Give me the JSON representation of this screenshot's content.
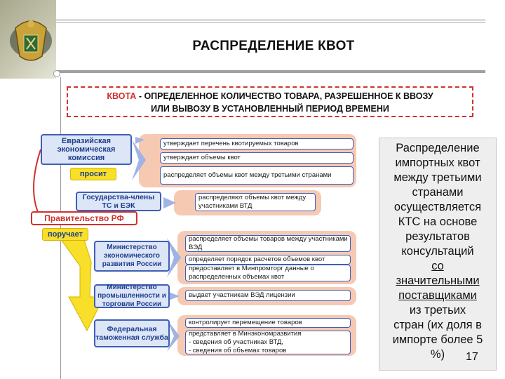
{
  "header": {
    "title": "РАСПРЕДЕЛЕНИЕ КВОТ"
  },
  "definition": {
    "term": "КВОТА",
    "line1": " - ОПРЕДЕЛЕННОЕ КОЛИЧЕСТВО ТОВАРА, РАЗРЕШЕННОЕ К ВВОЗУ",
    "line2": "ИЛИ ВЫВОЗУ В УСТАНОВЛЕННЫЙ ПЕРИОД ВРЕМЕНИ"
  },
  "diagram": {
    "eec": "Евразийская экономическая комиссия",
    "eec_actions": [
      "утверждает перечень квотируемых товаров",
      "утверждает объемы квот",
      "распределяет объемы квот между третьими странами"
    ],
    "asks": "просит",
    "member_states": "Государства-члены ТС и ЕЭК",
    "member_states_action": "распределяют объемы квот между участниками ВТД",
    "government": "Правительство РФ",
    "instructs": "поручает",
    "minecon": "Министерство экономического развития России",
    "minecon_actions": [
      "распределяет объемы товаров между участниками ВЭД",
      "определяет порядок расчетов объемов квот",
      "предоставляет в Минпромторг данные о распределенных объемах квот"
    ],
    "minprom": "Министерство промышленности и торговли России",
    "minprom_action": "выдает участникам ВЭД лицензии",
    "customs": "Федеральная таможенная служба",
    "customs_actions": [
      "контролирует перемещение товаров",
      "представляет в Минэкономразвития",
      "- сведения об участниках ВТД,",
      "- сведения об объемах товаров"
    ]
  },
  "note": {
    "lines": [
      "Распределение",
      "импортных квот",
      "между третьими",
      "странами",
      "осуществляется",
      "КТС на основе",
      "результатов",
      "консультаций"
    ],
    "underlined": [
      "со",
      "значительными",
      "поставщиками"
    ],
    "tail": [
      "из третьих",
      "стран (их доля в",
      "импорте более 5",
      "%)"
    ]
  },
  "page": {
    "number": "17"
  },
  "colors": {
    "accent_red": "#d0312d",
    "box_blue": "#3f5fb5",
    "band_peach": "#f6c9b3",
    "arrow_yellow": "#f7df2a"
  }
}
